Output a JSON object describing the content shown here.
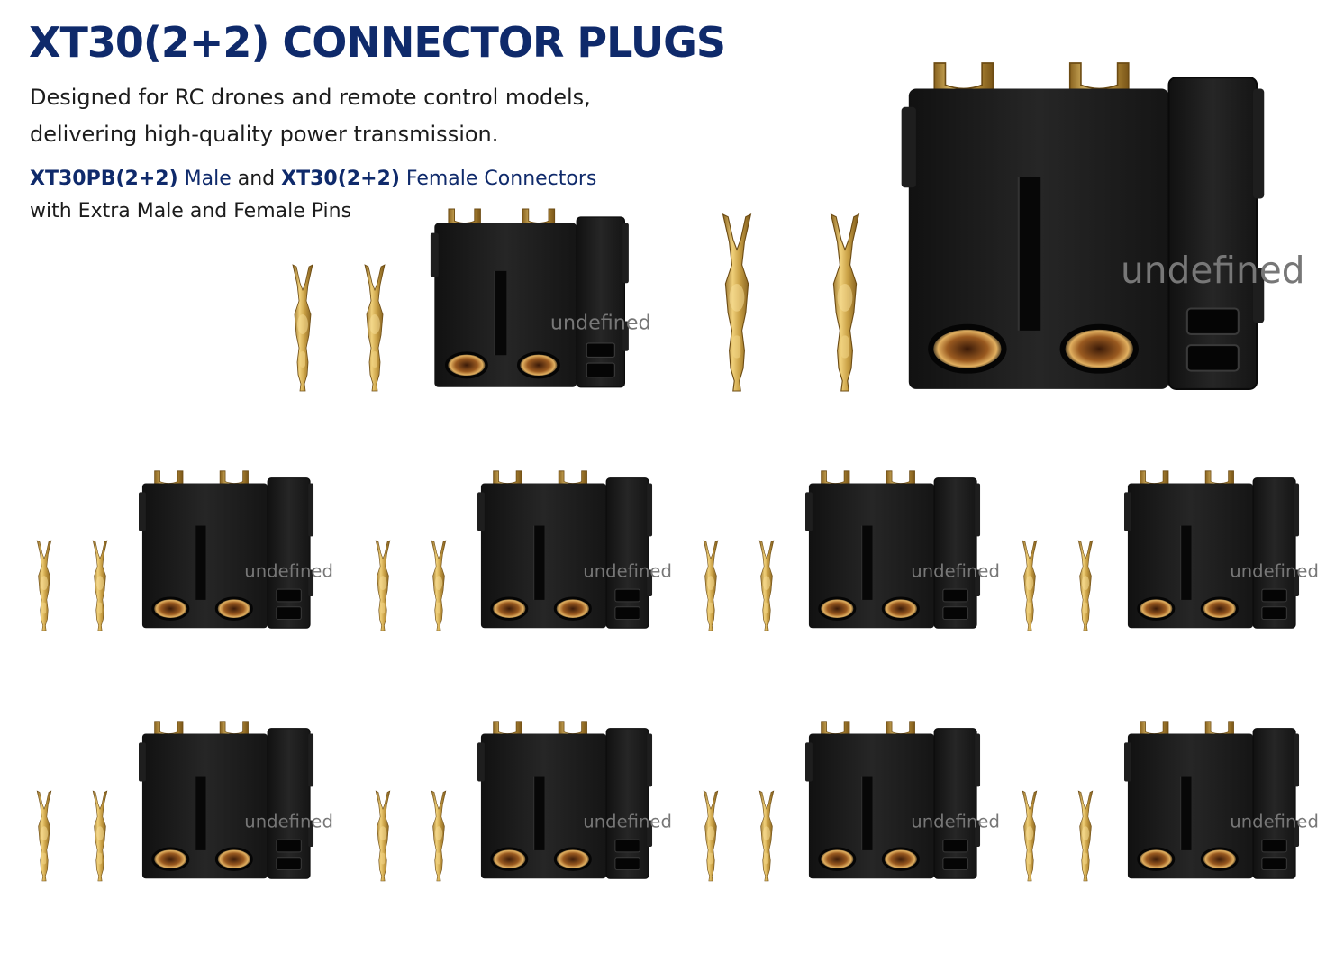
{
  "header": {
    "title": "XT30(2+2) CONNECTOR PLUGS",
    "description_line1": "Designed for RC drones and remote control models,",
    "description_line2": "delivering high-quality power transmission.",
    "sub_male_model": "XT30PB(2+2)",
    "sub_male_word": " Male",
    "sub_and": " and ",
    "sub_female_model": "XT30(2+2)",
    "sub_female_word": " Female Connectors",
    "sub_line2": "with Extra Male and Female Pins"
  },
  "colors": {
    "title": "#0f2a6b",
    "housing": "#1b1b1b",
    "gold": "#c9a045"
  },
  "connector_label": "+",
  "icons": [
    "connector-icon",
    "pin-icon"
  ]
}
